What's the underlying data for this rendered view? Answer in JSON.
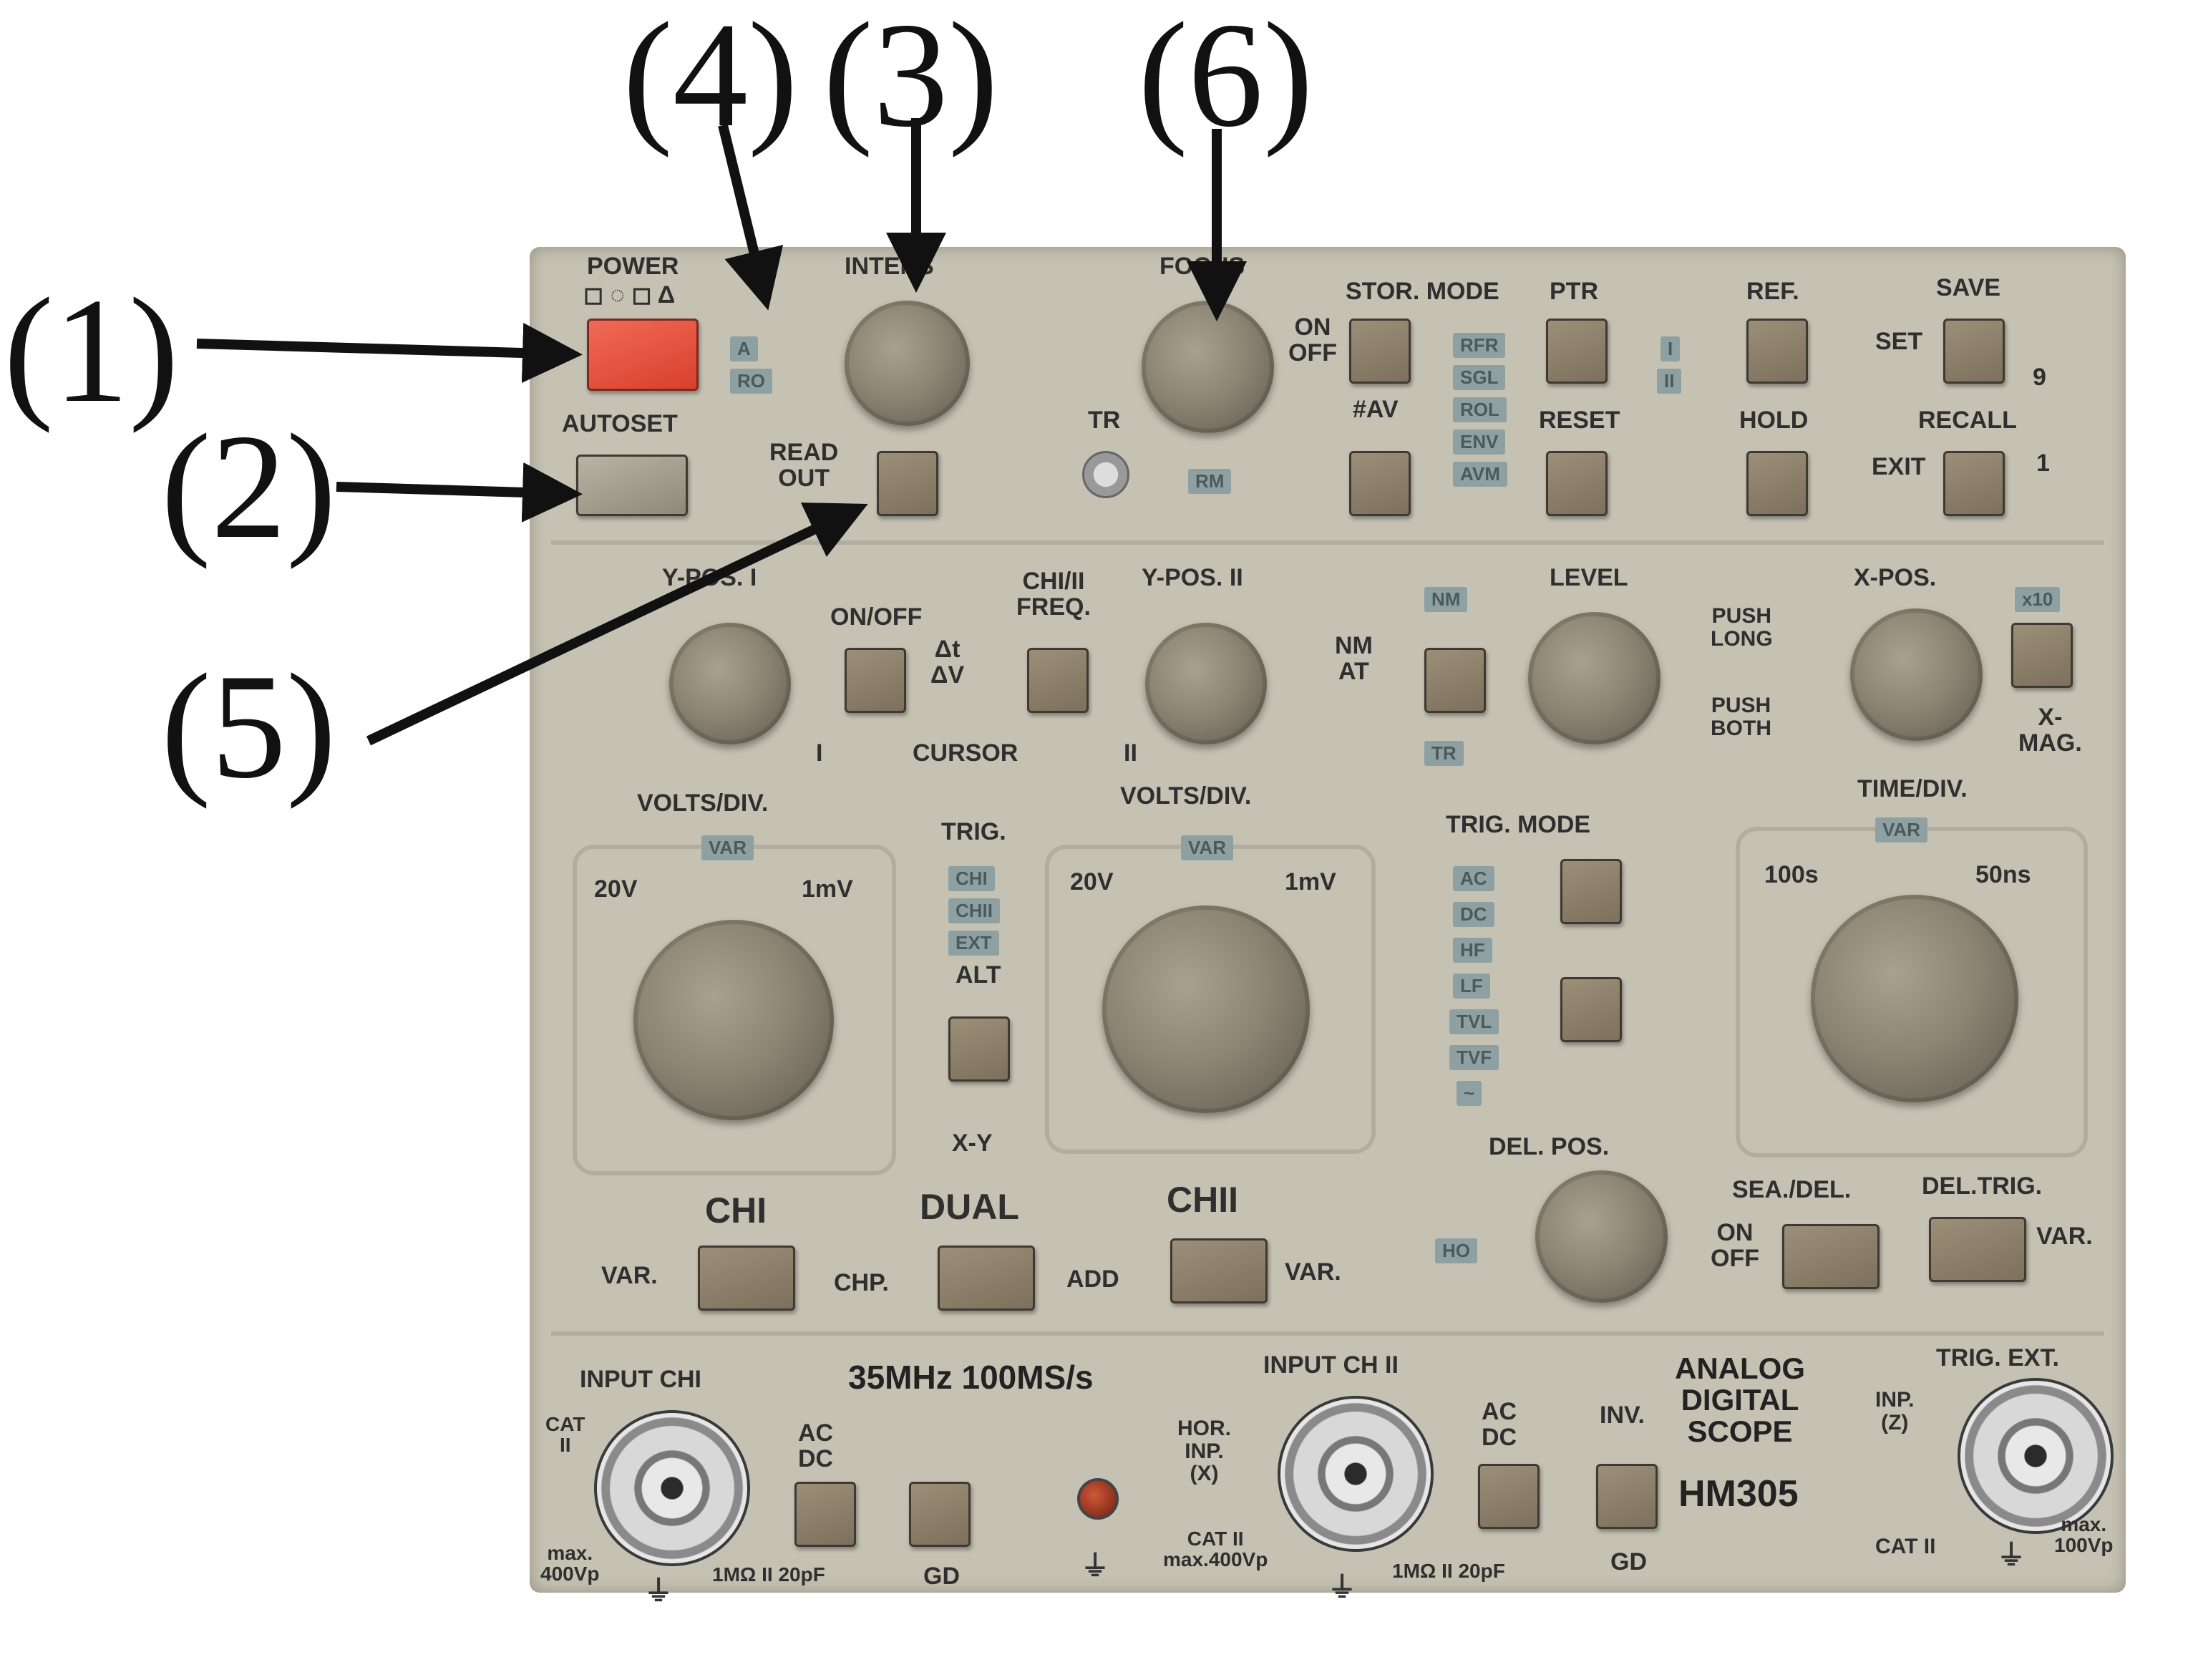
{
  "callouts": {
    "c1": "(1)",
    "c2": "(2)",
    "c3": "(3)",
    "c4": "(4)",
    "c5": "(5)",
    "c6": "(6)"
  },
  "panel": {
    "top": {
      "power": "POWER",
      "power_symbols": "◻ ◌ ◻ Δ",
      "intens": "INTENS",
      "focus": "FOCUS",
      "a": "A",
      "ro": "RO",
      "autoset": "AUTOSET",
      "readout": "READ\nOUT",
      "tr": "TR",
      "rm": "RM",
      "on_off": "ON\nOFF",
      "stor_mode": "STOR. MODE",
      "av": "#AV",
      "rfr": "RFR",
      "sgl": "SGL",
      "rol": "ROL",
      "env": "ENV",
      "avm": "AVM",
      "ptr": "PTR",
      "reset": "RESET",
      "ref": "REF.",
      "i": "I",
      "ii": "II",
      "hold": "HOLD",
      "save": "SAVE",
      "set": "SET",
      "recall": "RECALL",
      "exit": "EXIT",
      "n9": "9",
      "n1": "1"
    },
    "middle": {
      "ypos1": "Y-POS. I",
      "onoff": "ON/OFF",
      "delta": "Δt\nΔV",
      "ch_freq": "CHI/II\nFREQ.",
      "ypos2": "Y-POS. II",
      "cursor": "CURSOR",
      "ci": "I",
      "cii": "II",
      "nm": "NM",
      "nm_at": "NM\nAT",
      "level": "LEVEL",
      "tr": "TR",
      "push_long": "PUSH\nLONG",
      "push_both": "PUSH\nBOTH",
      "xpos": "X-POS.",
      "x10": "x10",
      "xmag": "X-\nMAG."
    },
    "channels": {
      "voltsdiv1": "VOLTS/DIV.",
      "var1": "VAR",
      "v20_1": "20V",
      "mv1": "1mV",
      "trig": "TRIG.",
      "ch1tag": "CHI",
      "ch2tag": "CHII",
      "ext": "EXT",
      "alt": "ALT",
      "xy": "X-Y",
      "voltsdiv2": "VOLTS/DIV.",
      "var2": "VAR",
      "v20_2": "20V",
      "mv2": "1mV",
      "trig_mode": "TRIG. MODE",
      "ac": "AC",
      "dc": "DC",
      "hf": "HF",
      "lf": "LF",
      "tvl": "TVL",
      "tvf": "TVF",
      "tilde": "~",
      "timediv": "TIME/DIV.",
      "var3": "VAR",
      "s100": "100s",
      "ns50": "50ns",
      "ch1": "CHI",
      "dual": "DUAL",
      "ch2": "CHII",
      "var_l": "VAR.",
      "chp": "CHP.",
      "add": "ADD",
      "var_r": "VAR.",
      "del_pos": "DEL. POS.",
      "ho": "HO",
      "sea_del": "SEA./DEL.",
      "on_off": "ON\nOFF",
      "del_trig": "DEL.TRIG.",
      "var_dt": "VAR."
    },
    "inputs": {
      "input_ch1": "INPUT CHI",
      "spec": "35MHz  100MS/s",
      "input_ch2": "INPUT CH II",
      "cat2": "CAT\nII",
      "max400": "max.\n400Vp",
      "imp1": "1MΩ II 20pF",
      "acdc1": "AC\nDC",
      "gd1": "GD",
      "hor_inp": "HOR.\nINP.\n(X)",
      "cat_max": "CAT II\nmax.400Vp",
      "imp2": "1MΩ II 20pF",
      "acdc2": "AC\nDC",
      "inv": "INV.",
      "gd2": "GD",
      "analog": "ANALOG\nDIGITAL\nSCOPE",
      "model": "HM305",
      "trig_ext": "TRIG. EXT.",
      "inp_z": "INP.\n(Z)",
      "cat2b": "CAT II",
      "max100": "max.\n100Vp"
    }
  }
}
